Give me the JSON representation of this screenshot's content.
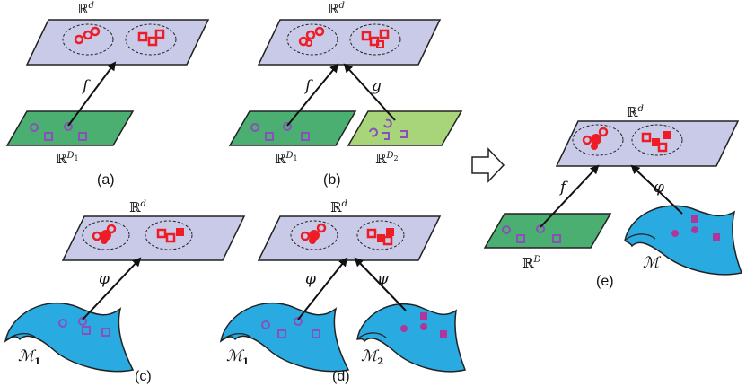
{
  "colors": {
    "target_plane": "#c9c9e8",
    "source_plane_1": "#4caf72",
    "source_plane_2": "#a8d47a",
    "manifold": "#29abe2",
    "red": "#ee1c24",
    "purple": "#8a4fb8",
    "magenta": "#b0379a"
  },
  "panels": {
    "a": {
      "caption": "(a)",
      "target_space": "ℝ",
      "target_sup": "d",
      "source_space": "ℝ",
      "source_sup": "D",
      "source_sub": "1",
      "map": "f"
    },
    "b": {
      "caption": "(b)",
      "target_space": "ℝ",
      "target_sup": "d",
      "source1_space": "ℝ",
      "source1_sup": "D",
      "source1_sub": "1",
      "source2_space": "ℝ",
      "source2_sup": "D",
      "source2_sub": "2",
      "map1": "f",
      "map2": "g"
    },
    "c": {
      "caption": "(c)",
      "target_space": "ℝ",
      "target_sup": "d",
      "map": "φ",
      "manifold": "ℳ",
      "manifold_sub": "1"
    },
    "d": {
      "caption": "(d)",
      "target_space": "ℝ",
      "target_sup": "d",
      "map1": "φ",
      "map2": "ψ",
      "manifold1": "ℳ",
      "manifold1_sub": "1",
      "manifold2": "ℳ",
      "manifold2_sub": "2"
    },
    "e": {
      "caption": "(e)",
      "target_space": "ℝ",
      "target_sup": "d",
      "source_space": "ℝ",
      "source_sup": "D",
      "map1": "f",
      "map2": "φ",
      "manifold": "ℳ"
    }
  },
  "icons": {
    "arrow": "hollow-right-arrow-icon"
  }
}
